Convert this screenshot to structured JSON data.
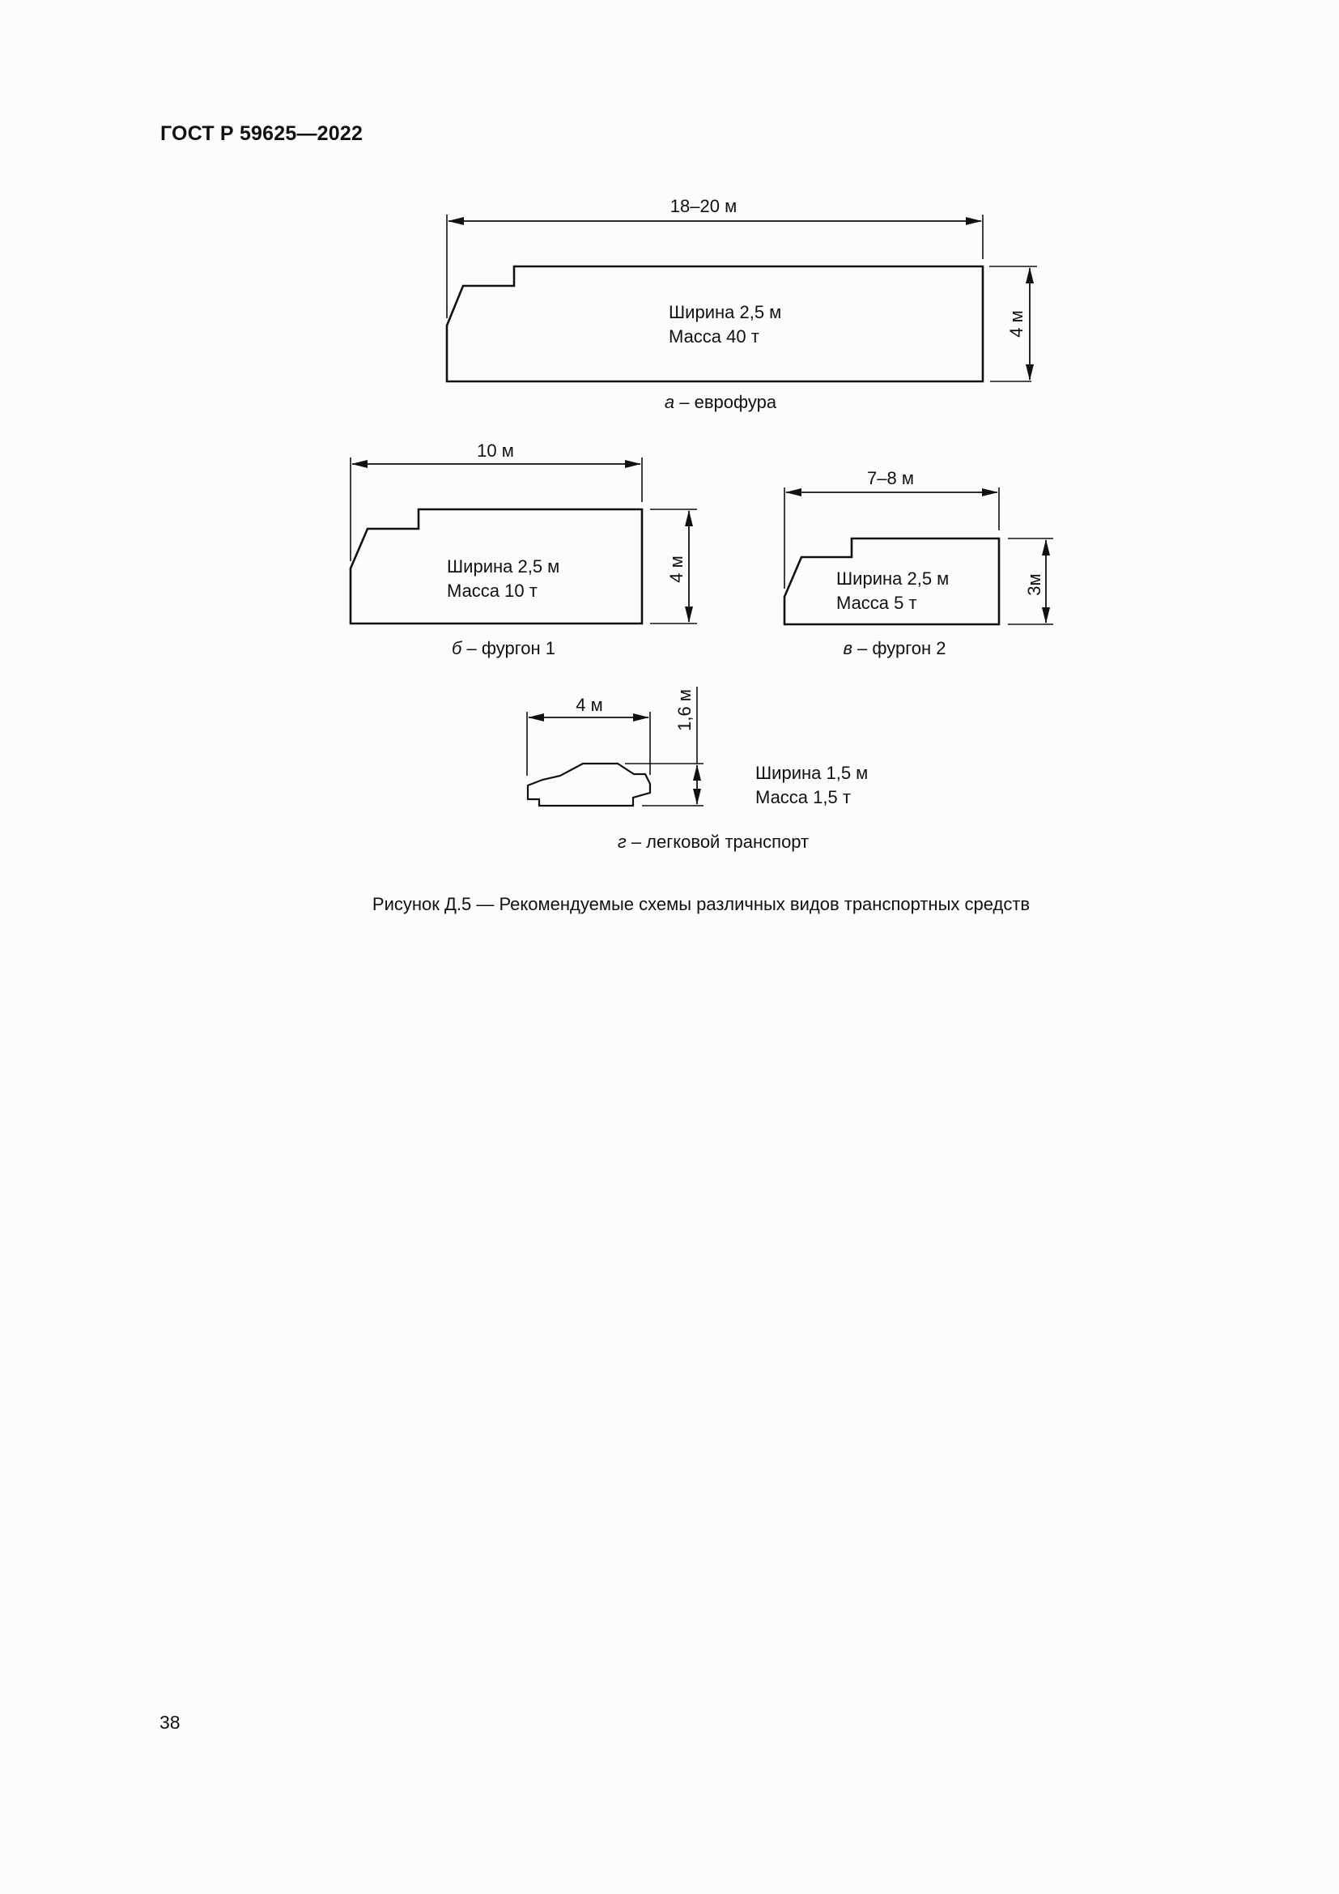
{
  "header": {
    "title": "ГОСТ Р 59625—2022"
  },
  "figure": {
    "caption": "Рисунок Д.5 — Рекомендуемые схемы различных видов транспортных средств",
    "panels": [
      {
        "id": "a",
        "letter": "а",
        "name": "еврофура",
        "length_label": "18–20 м",
        "height_label": "4 м",
        "width_text": "Ширина 2,5 м",
        "mass_text": "Масса 40 т"
      },
      {
        "id": "b",
        "letter": "б",
        "name": "фургон 1",
        "length_label": "10 м",
        "height_label": "4 м",
        "width_text": "Ширина 2,5 м",
        "mass_text": "Масса 10 т"
      },
      {
        "id": "v",
        "letter": "в",
        "name": "фургон 2",
        "length_label": "7–8 м",
        "height_label": "3м",
        "width_text": "Ширина 2,5 м",
        "mass_text": "Масса 5 т"
      },
      {
        "id": "g",
        "letter": "г",
        "name": "легковой транспорт",
        "length_label": "4 м",
        "height_label": "1,6 м",
        "width_text": "Ширина 1,5 м",
        "mass_text": "Масса 1,5 т"
      }
    ],
    "caption_separator": " – "
  },
  "footer": {
    "page_number": "38"
  }
}
